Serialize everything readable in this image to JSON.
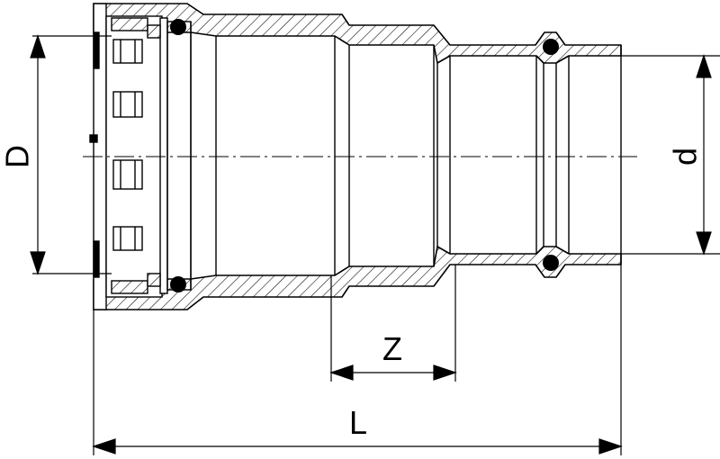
{
  "drawing": {
    "labels": {
      "D": "D",
      "d": "d",
      "Z": "Z",
      "L": "L"
    },
    "colors": {
      "line": "#000000",
      "background": "#ffffff",
      "hatch": "#000000"
    }
  }
}
